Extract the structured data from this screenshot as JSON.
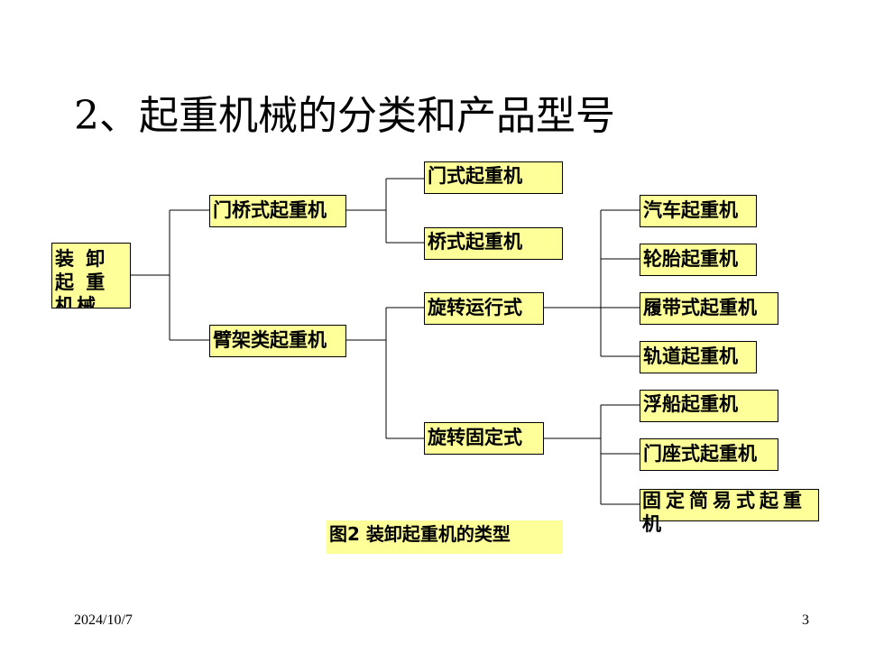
{
  "slide": {
    "title": "2、起重机械的分类和产品型号",
    "caption": "图2 装卸起重机的类型",
    "date": "2024/10/7",
    "page_number": "3"
  },
  "diagram": {
    "root": "装 卸 起 重机械",
    "level1": [
      "门桥式起重机",
      "臂架类起重机"
    ],
    "gantry_children": [
      "门式起重机",
      "桥式起重机"
    ],
    "jib_children": [
      "旋转运行式",
      "旋转固定式"
    ],
    "slewing_mobile_children": [
      "汽车起重机",
      "轮胎起重机",
      "履带式起重机",
      "轨道起重机"
    ],
    "slewing_fixed_children": [
      "浮船起重机",
      "门座式起重机",
      "固定简易式起重机"
    ],
    "node_color": "#ffff99",
    "line_color": "#000000"
  }
}
